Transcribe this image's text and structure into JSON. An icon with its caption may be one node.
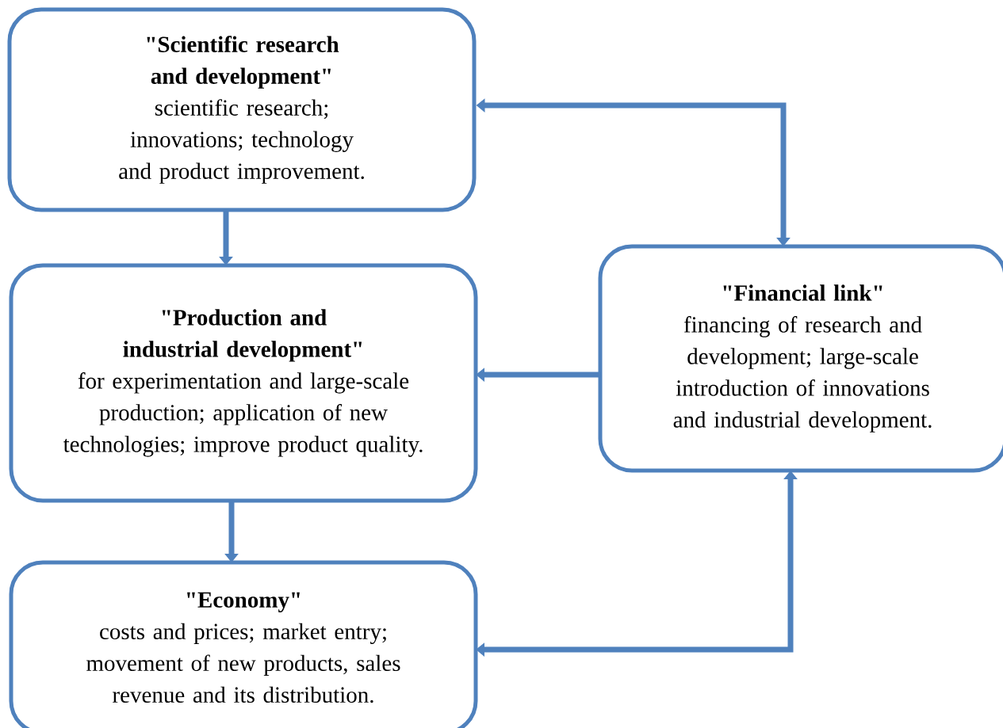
{
  "diagram": {
    "nodes": [
      {
        "text": [
          "\"Scientific research and development\"",
          "scientific research; innovations; technology and product improvement."
        ]
      },
      {
        "text": [
          "\"Production and industrial development\"",
          "for experimentation and large-scale production; application of new technologies; improve product quality."
        ]
      },
      {
        "text": [
          "\"Economy\"",
          "costs and prices; market entry; movement of new products, sales revenue and its distribution."
        ]
      },
      {
        "text": [
          "\"Financial link\"",
          "financing of research and development; large-scale introduction of innovations and industrial development."
        ]
      }
    ],
    "edges": [
      {
        "from": 3,
        "to": 0,
        "arrow": "both"
      },
      {
        "from": 0,
        "to": 1,
        "arrow": "to"
      },
      {
        "from": 3,
        "to": 1,
        "arrow": "to"
      },
      {
        "from": 1,
        "to": 2,
        "arrow": "to"
      },
      {
        "from": 2,
        "to": 3,
        "arrow": "both"
      }
    ]
  }
}
